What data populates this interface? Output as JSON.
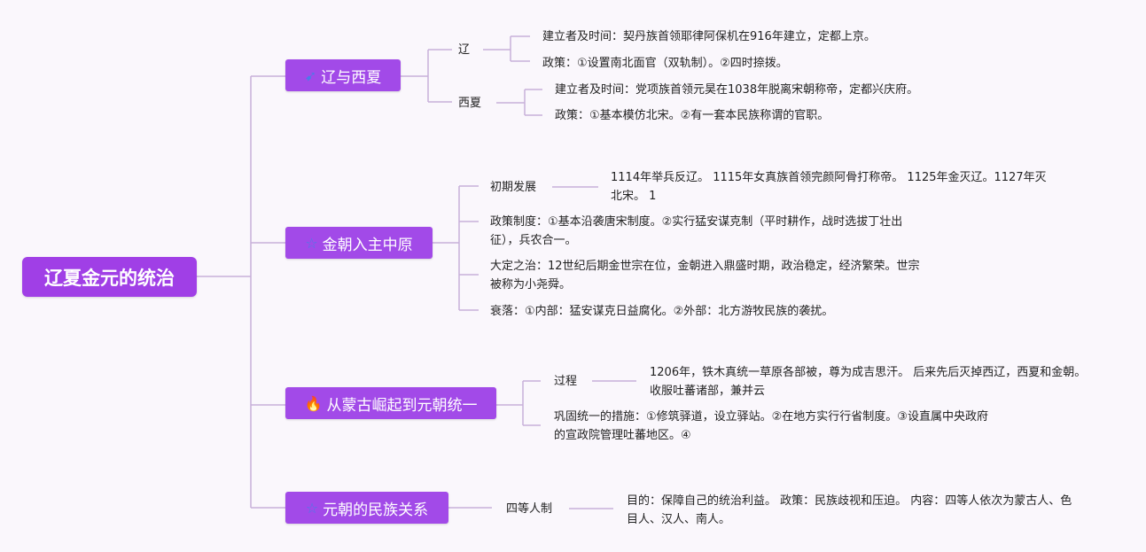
{
  "root": {
    "label": "辽夏金元的统治"
  },
  "branches": [
    {
      "label": "辽与西夏",
      "icon": "paper-plane-icon",
      "children": [
        {
          "label": "辽",
          "items": [
            "建立者及时间：契丹族首领耶律阿保机在916年建立，定都上京。",
            "政策：①设置南北面官（双轨制）。②四时捺拨。"
          ]
        },
        {
          "label": "西夏",
          "items": [
            "建立者及时间：党项族首领元昊在1038年脱离宋朝称帝，定都兴庆府。",
            "政策：①基本模仿北宋。②有一套本民族称谓的官职。"
          ]
        }
      ]
    },
    {
      "label": "金朝入主中原",
      "icon": "star-icon",
      "children": [
        {
          "label": "初期发展",
          "detail": "1114年举兵反辽。 1115年女真族首领完颜阿骨打称帝。 1125年金灭辽。1127年灭北宋。 1"
        },
        {
          "text": "政策制度：①基本沿袭唐宋制度。②实行猛安谋克制（平时耕作，战时选拔丁壮出征），兵农合一。"
        },
        {
          "text": "大定之治：12世纪后期金世宗在位，金朝进入鼎盛时期，政治稳定，经济繁荣。世宗被称为小尧舜。"
        },
        {
          "text": "衰落：①内部：猛安谋克日益腐化。②外部：北方游牧民族的袭扰。"
        }
      ]
    },
    {
      "label": "从蒙古崛起到元朝统一",
      "icon": "fire-icon",
      "children": [
        {
          "label": "过程",
          "detail": "1206年，铁木真统一草原各部被，尊为成吉思汗。 后来先后灭掉西辽，西夏和金朝。收服吐蕃诸部，兼并云"
        },
        {
          "text": "巩固统一的措施：①修筑驿道，设立驿站。②在地方实行行省制度。③设直属中央政府的宣政院管理吐蕃地区。④"
        }
      ]
    },
    {
      "label": "元朝的民族关系",
      "icon": "star-icon",
      "children": [
        {
          "label": "四等人制",
          "detail": "目的：保障自己的统治利益。 政策：民族歧视和压迫。 内容：四等人依次为蒙古人、色目人、汉人、南人。"
        }
      ]
    }
  ],
  "colors": {
    "node": "#a24ae8",
    "line": "#c8b0da",
    "background": "#faf7fc"
  }
}
